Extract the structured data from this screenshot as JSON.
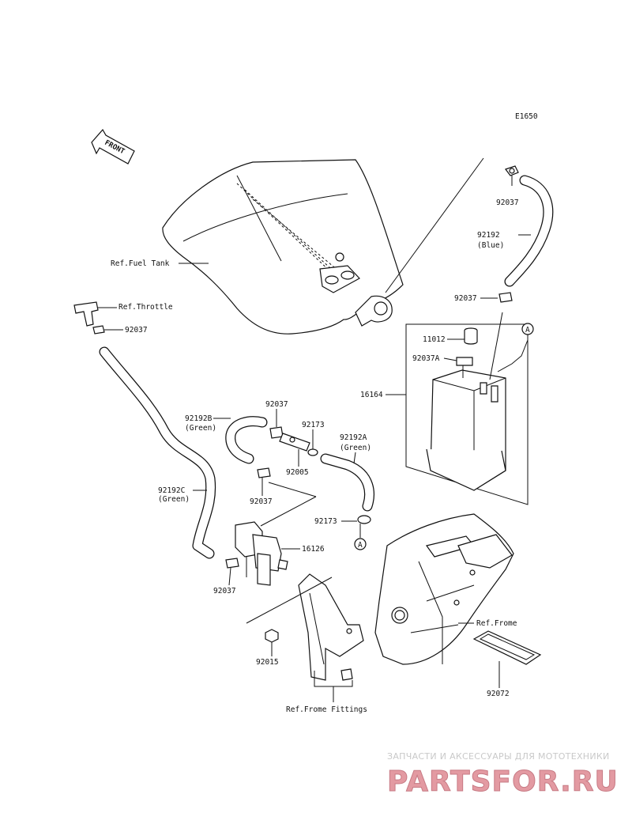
{
  "diagram_code": "E1650",
  "front_label": "FRONT",
  "labels": {
    "ref_fuel_tank": "Ref.Fuel Tank",
    "ref_throttle": "Ref.Throttle",
    "ref_frame": "Ref.Frome",
    "ref_frame_fittings": "Ref.Frome Fittings",
    "p92037_top": "92037",
    "p92192": "92192",
    "p92192_color": "(Blue)",
    "p92037_mid": "92037",
    "p11012": "11012",
    "p92037a": "92037A",
    "p16164": "16164",
    "callout_a_top": "A",
    "p92037_throttle": "92037",
    "p92192b": "92192B",
    "p92192b_color": "(Green)",
    "p92037_valve": "92037",
    "p92173_top": "92173",
    "p92192a": "92192A",
    "p92192a_color": "(Green)",
    "p92005": "92005",
    "p92192c": "92192C",
    "p92192c_color": "(Green)",
    "p92037_lower": "92037",
    "p92173_bottom": "92173",
    "callout_a_bottom": "A",
    "p16126": "16126",
    "p92037_left": "92037",
    "p92015": "92015",
    "p92072": "92072"
  },
  "watermark": {
    "line1": "ЗАПЧАСТИ И АКСЕССУАРЫ ДЛЯ МОТОТЕХНИКИ",
    "line2": "PARTSFOR.RU"
  }
}
